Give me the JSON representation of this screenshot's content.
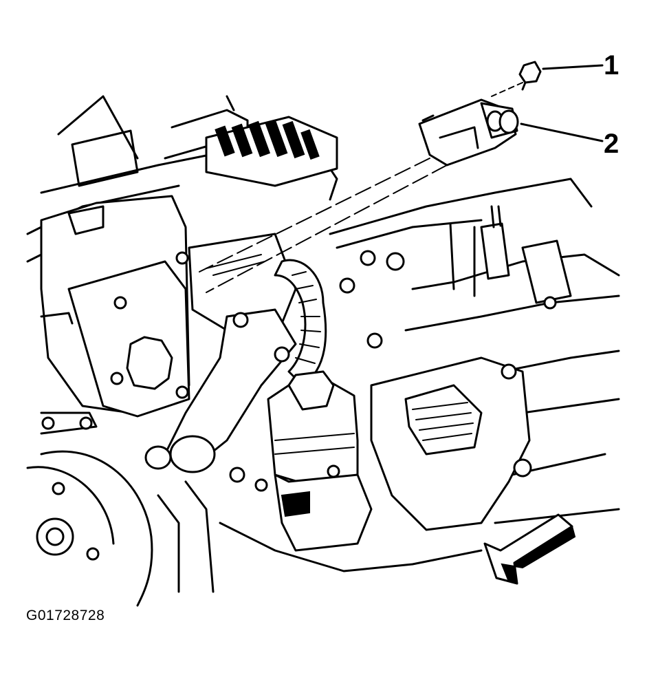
{
  "figure_id": "G01728728",
  "callouts": [
    {
      "label": "1"
    },
    {
      "label": "2"
    }
  ],
  "colors": {
    "ink": "#000000",
    "paper": "#ffffff"
  },
  "icons": [
    "bolt-icon",
    "sensor-icon",
    "direction-arrow-icon"
  ]
}
